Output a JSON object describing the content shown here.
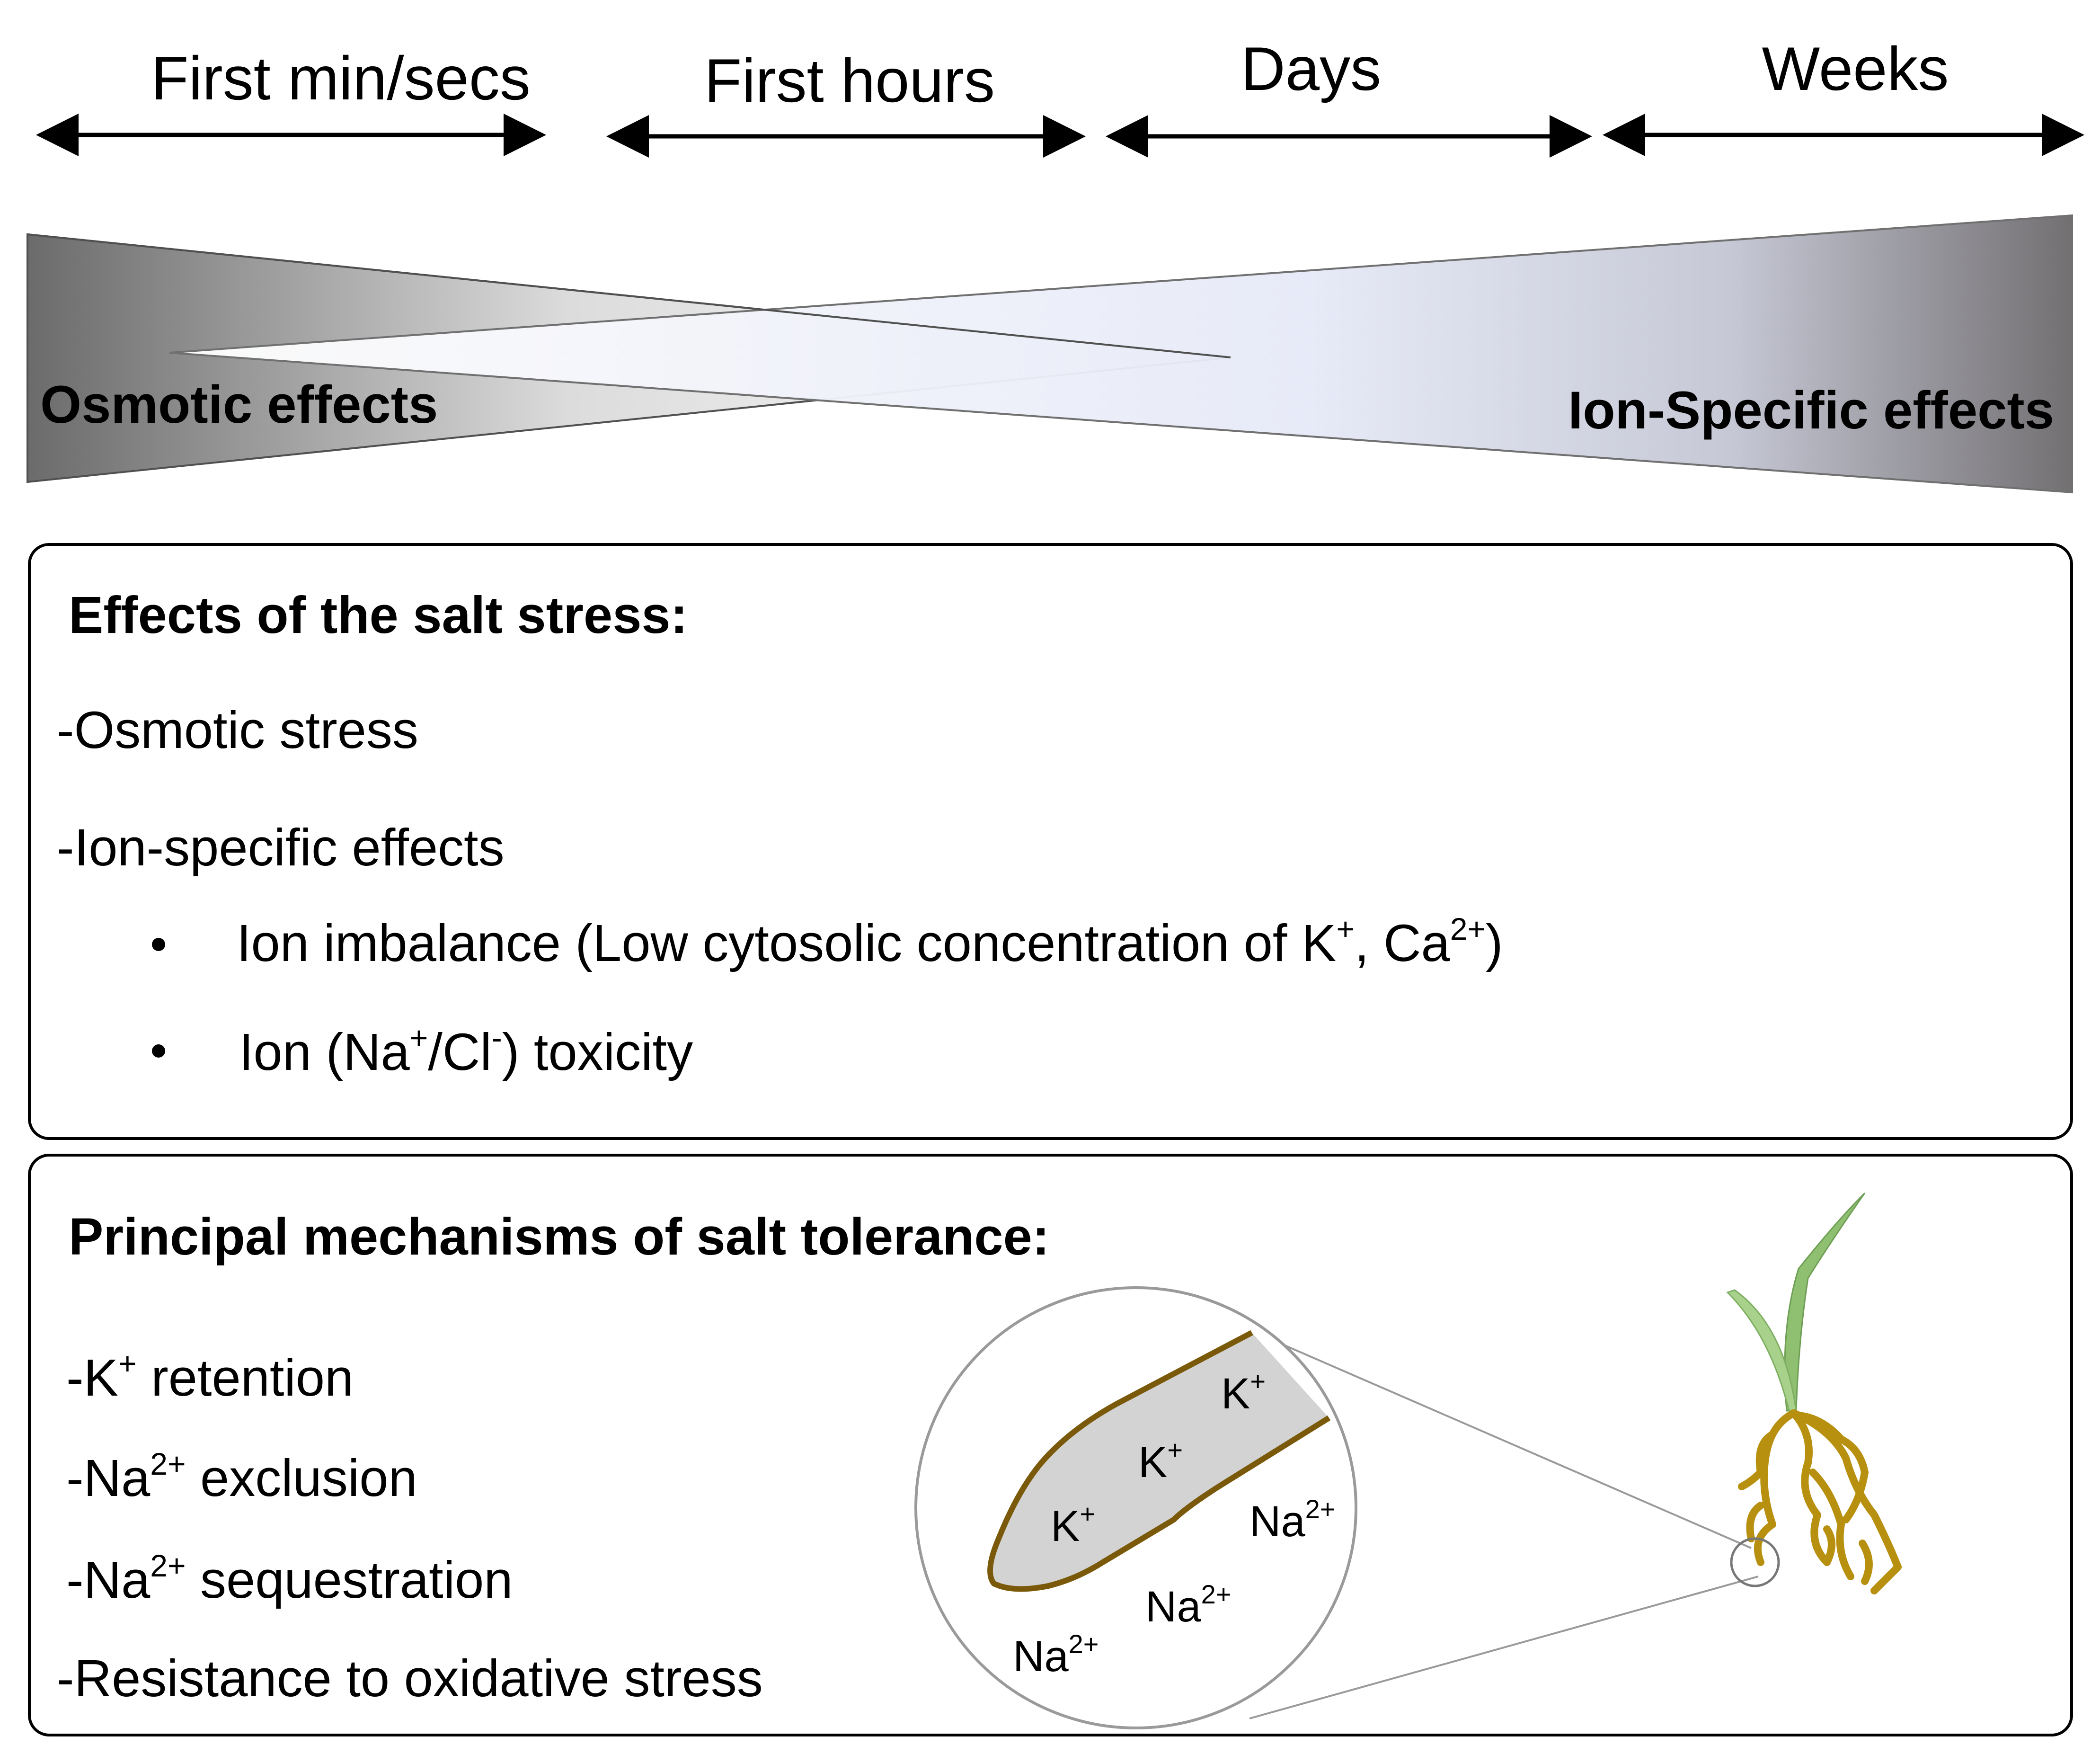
{
  "timeline": {
    "labels": [
      "First min/secs",
      "First hours",
      "Days",
      "Weeks"
    ]
  },
  "wedges": {
    "osmotic_label": "Osmotic effects",
    "ion_label": "Ion-Specific effects"
  },
  "effects": {
    "title": "Effects of the salt stress:",
    "osmotic": "-Osmotic stress",
    "ion_specific": "-Ion-specific effects",
    "bullet1": {
      "prefix": "Ion imbalance (Low cytosolic concentration of K",
      "sup1": "+",
      "mid": ", Ca",
      "sup2": "2+",
      "suffix": ")"
    },
    "bullet2": {
      "prefix": "Ion (Na",
      "sup1": "+",
      "mid": "/Cl",
      "sup2": "-",
      "suffix": ") toxicity"
    }
  },
  "mechanisms": {
    "title": "Principal mechanisms of salt tolerance:",
    "items": [
      {
        "prefix": "-K",
        "sup": "+",
        "suffix": " retention"
      },
      {
        "prefix": "-Na",
        "sup": "2+",
        "suffix": " exclusion"
      },
      {
        "prefix": "-Na",
        "sup": "2+",
        "suffix": " sequestration"
      },
      {
        "prefix": "-Resistance to oxidative stress",
        "sup": "",
        "suffix": ""
      }
    ]
  },
  "inset": {
    "ions": [
      {
        "base": "K",
        "sup": "+"
      },
      {
        "base": "K",
        "sup": "+"
      },
      {
        "base": "K",
        "sup": "+"
      },
      {
        "base": "Na",
        "sup": "2+"
      },
      {
        "base": "Na",
        "sup": "2+"
      },
      {
        "base": "Na",
        "sup": "2+"
      }
    ]
  },
  "colors": {
    "root": "#b8900f",
    "root_outline": "#7a5a0a",
    "leaf": "#8fbf70",
    "wedge_dark": "#6b6b6b",
    "wedge_light": "#eef0fb"
  }
}
